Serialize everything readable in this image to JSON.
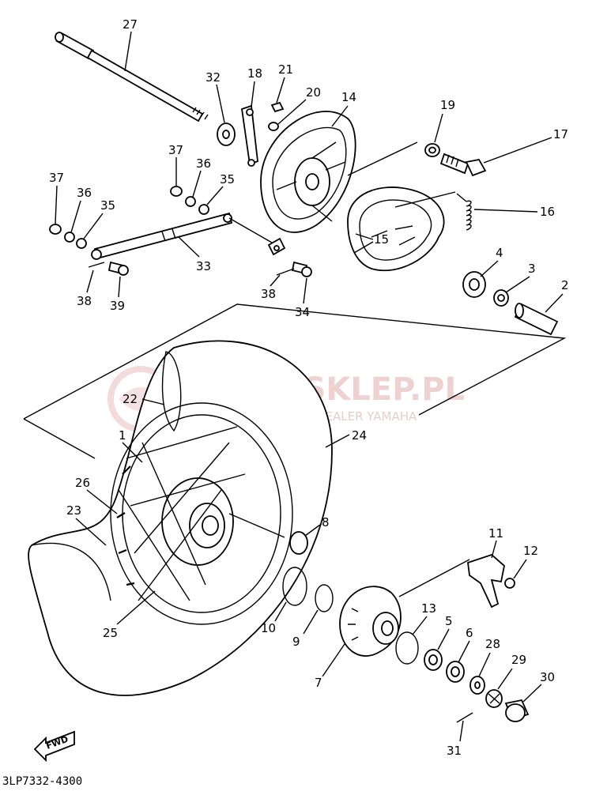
{
  "diagram": {
    "code": "3LP7332-4300",
    "fwd_label": "FWD",
    "watermark": {
      "main": "YAMA-SKLEP.PL",
      "sub": "OCHOWICZ | DEALER YAMAHA"
    },
    "callouts": {
      "n1": "1",
      "n2": "2",
      "n3": "3",
      "n4": "4",
      "n5": "5",
      "n6": "6",
      "n7": "7",
      "n8": "8",
      "n9": "9",
      "n10": "10",
      "n11": "11",
      "n12": "12",
      "n13": "13",
      "n14": "14",
      "n15": "15",
      "n16": "16",
      "n17": "17",
      "n18": "18",
      "n19": "19",
      "n20": "20",
      "n21": "21",
      "n22": "22",
      "n23": "23",
      "n24": "24",
      "n25": "25",
      "n26": "26",
      "n27": "27",
      "n28": "28",
      "n29": "29",
      "n30": "30",
      "n31": "31",
      "n32": "32",
      "n33": "33",
      "n34": "34",
      "n35": "35",
      "n36": "36",
      "n37": "37",
      "n38a": "38",
      "n38b": "38",
      "n39": "39"
    }
  }
}
